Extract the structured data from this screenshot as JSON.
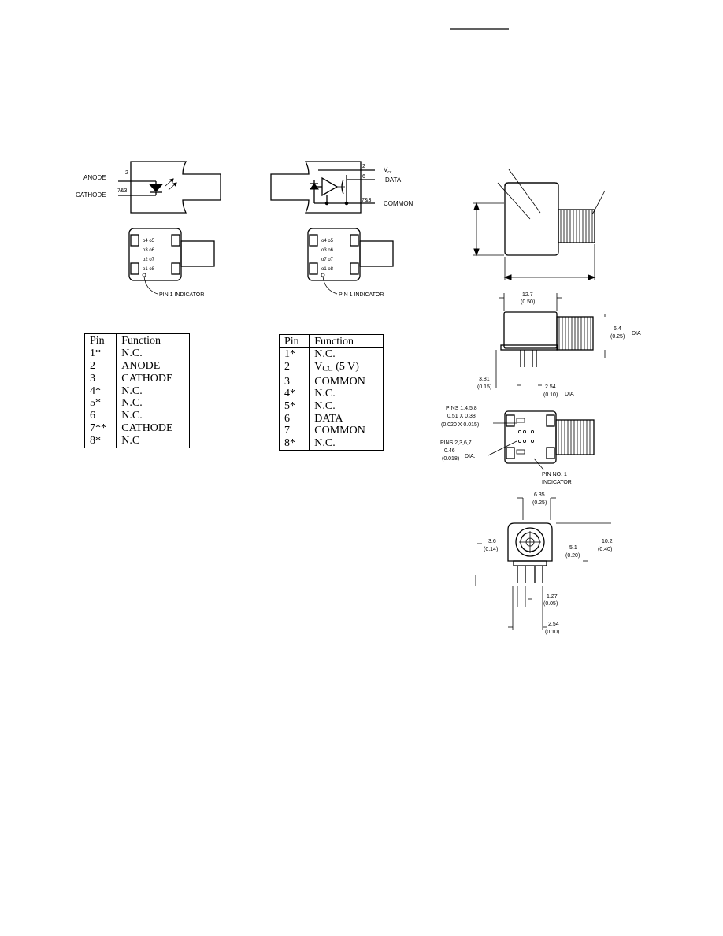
{
  "transmitter": {
    "labels": {
      "anode": "ANODE",
      "cathode": "CATHODE",
      "pin2": "2",
      "pin78": "7&3",
      "pin1_indicator": "PIN 1 INDICATOR"
    },
    "bottom_pins": [
      "o4 o5",
      "o3 o6",
      "o2 o7",
      "o1 o8"
    ],
    "table": {
      "headers": [
        "Pin",
        "Function"
      ],
      "rows": [
        {
          "pin": "1*",
          "function": "N.C."
        },
        {
          "pin": "2",
          "function": "ANODE"
        },
        {
          "pin": "3",
          "function": "CATHODE"
        },
        {
          "pin": "4*",
          "function": "N.C."
        },
        {
          "pin": "5*",
          "function": "N.C."
        },
        {
          "pin": "6",
          "function": "N.C."
        },
        {
          "pin": "7**",
          "function": "CATHODE"
        },
        {
          "pin": "8*",
          "function": "N.C"
        }
      ]
    }
  },
  "receiver": {
    "labels": {
      "vcc": "V",
      "vcc_sub": "cc",
      "data": "DATA",
      "common": "COMMON",
      "pin2": "2",
      "pin6": "6",
      "pin73": "7&3",
      "pin1_indicator": "PIN 1 INDICATOR"
    },
    "bottom_pins": [
      "o4 o5",
      "o3 o6",
      "o7 o7",
      "o1 o8"
    ],
    "table": {
      "headers": [
        "Pin",
        "Function"
      ],
      "rows": [
        {
          "pin": "1*",
          "function": "N.C."
        },
        {
          "pin": "2",
          "function": "V",
          "function_sub": "CC",
          "function_suffix": " (5 V)"
        },
        {
          "pin": "3",
          "function": "COMMON"
        },
        {
          "pin": "4*",
          "function": "N.C."
        },
        {
          "pin": "5*",
          "function": "N.C."
        },
        {
          "pin": "6",
          "function": "DATA"
        },
        {
          "pin": "7",
          "function": "COMMON"
        },
        {
          "pin": "8*",
          "function": "N.C."
        }
      ]
    }
  },
  "mechanical": {
    "width_dim": {
      "mm": "12.7",
      "in": "(0.50)"
    },
    "thread_dia": {
      "mm": "6.4",
      "in": "(0.25)",
      "unit": "DIA"
    },
    "lead_length": {
      "mm": "3.81",
      "in": "(0.15)"
    },
    "lead_dia": {
      "mm": "2.54",
      "in": "(0.10)",
      "unit": "DIA"
    },
    "pins_1458": {
      "title": "PINS 1,4,5,8",
      "mm": "0.51 X 0.38",
      "in": "(0.020 X 0.015)"
    },
    "pins_2367": {
      "title": "PINS 2,3,6,7",
      "mm": "0.46",
      "in": "(0.018)",
      "unit": "DIA."
    },
    "pin_no1": {
      "line1": "PIN NO. 1",
      "line2": "INDICATOR"
    },
    "front_width": {
      "mm": "6.35",
      "in": "(0.25)"
    },
    "height": {
      "mm": "10.2",
      "in": "(0.40)"
    },
    "left_offset": {
      "mm": "3.6",
      "in": "(0.14)"
    },
    "center_offset": {
      "mm": "5.1",
      "in": "(0.20)"
    },
    "pin_pitch": {
      "mm": "1.27",
      "in": "(0.05)"
    },
    "row_pitch": {
      "mm": "2.54",
      "in": "(0.10)"
    }
  }
}
